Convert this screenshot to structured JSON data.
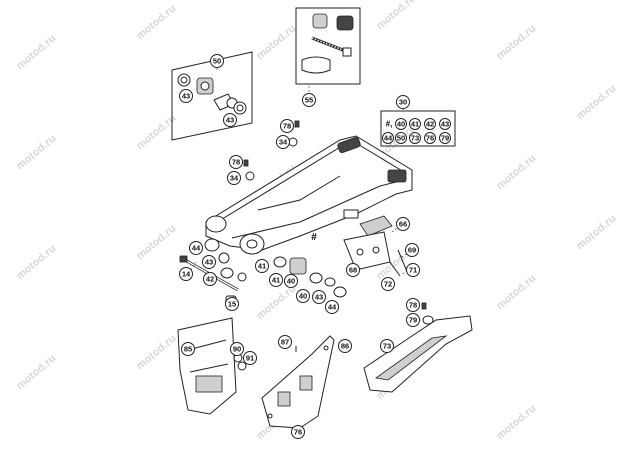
{
  "watermark": "motod.ru",
  "callouts": {
    "c14": "14",
    "c15": "15",
    "c30": "30",
    "c34a": "34",
    "c34b": "34",
    "c40a": "40",
    "c40b": "40",
    "c41a": "41",
    "c41b": "41",
    "c42": "42",
    "c43a": "43",
    "c43b": "43",
    "c43c": "43",
    "c44a": "44",
    "c44b": "44",
    "c50": "50",
    "c55": "55",
    "c66": "66",
    "c68": "68",
    "c69": "69",
    "c71": "71",
    "c72": "72",
    "c73": "73",
    "c78a": "78",
    "c78b": "78",
    "c78c": "78",
    "c79": "79",
    "c85": "85",
    "c86": "86",
    "c87": "87",
    "c90": "90",
    "c91": "91",
    "hash": "#"
  },
  "kit_table": {
    "row1": [
      "#,",
      "40",
      "41",
      "42",
      "43"
    ],
    "row2": [
      "44",
      "50",
      "73",
      "76",
      "79"
    ]
  }
}
